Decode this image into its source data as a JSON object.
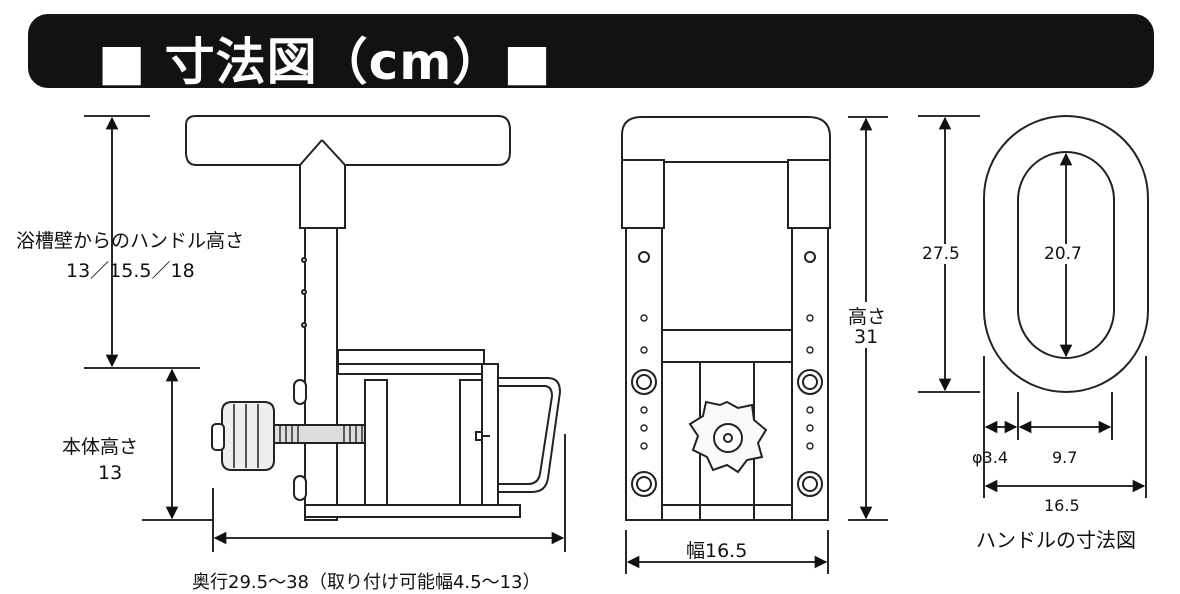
{
  "header": {
    "title": "■ 寸法図（cm）■"
  },
  "side_view": {
    "handle_height_label": "浴槽壁からのハンドル高さ",
    "handle_height_values": "13／15.5／18",
    "body_height_label": "本体高さ",
    "body_height_value": "13",
    "depth_label": "奥行29.5～38（取り付け可能幅4.5～13）"
  },
  "front_view": {
    "height_label": "高さ",
    "height_value": "31",
    "width_label": "幅16.5"
  },
  "handle_view": {
    "outer_height": "27.5",
    "inner_height": "20.7",
    "diameter": "φ3.4",
    "inner_width": "9.7",
    "outer_width": "16.5",
    "caption": "ハンドルの寸法図"
  }
}
